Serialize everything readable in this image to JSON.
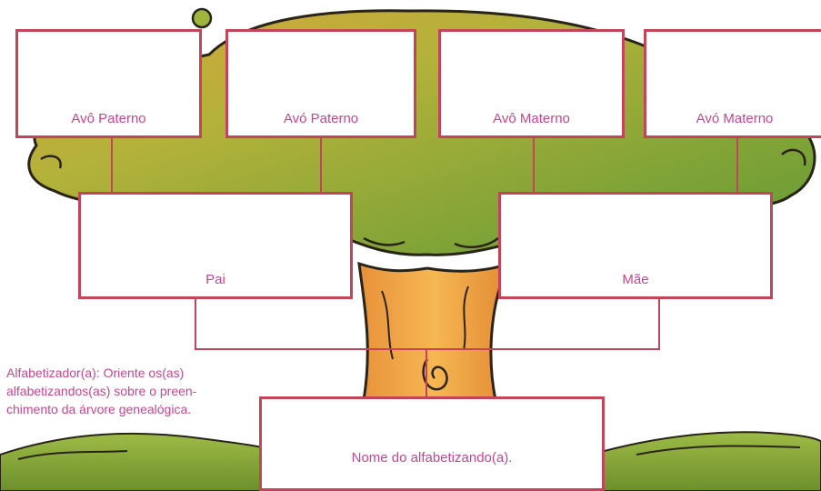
{
  "colors": {
    "box_border": "#c4455a",
    "label_text": "#c8458f",
    "foliage": "#8fb239",
    "foliage_dark": "#5f8a2a",
    "trunk": "#f0a040",
    "trunk_outline": "#2a2418"
  },
  "tree": {
    "grandparents": [
      {
        "label": "Avô Paterno"
      },
      {
        "label": "Avó Paterno"
      },
      {
        "label": "Avô Materno"
      },
      {
        "label": "Avó Materno"
      }
    ],
    "parents": [
      {
        "label": "Pai"
      },
      {
        "label": "Mãe"
      }
    ],
    "student": {
      "label": "Nome do alfabetizando(a)."
    }
  },
  "instruction": {
    "lines": [
      "Alfabetizador(a): Oriente os(as)",
      "alfabetizandos(as) sobre o preen-",
      "chimento da árvore genealógica."
    ]
  }
}
